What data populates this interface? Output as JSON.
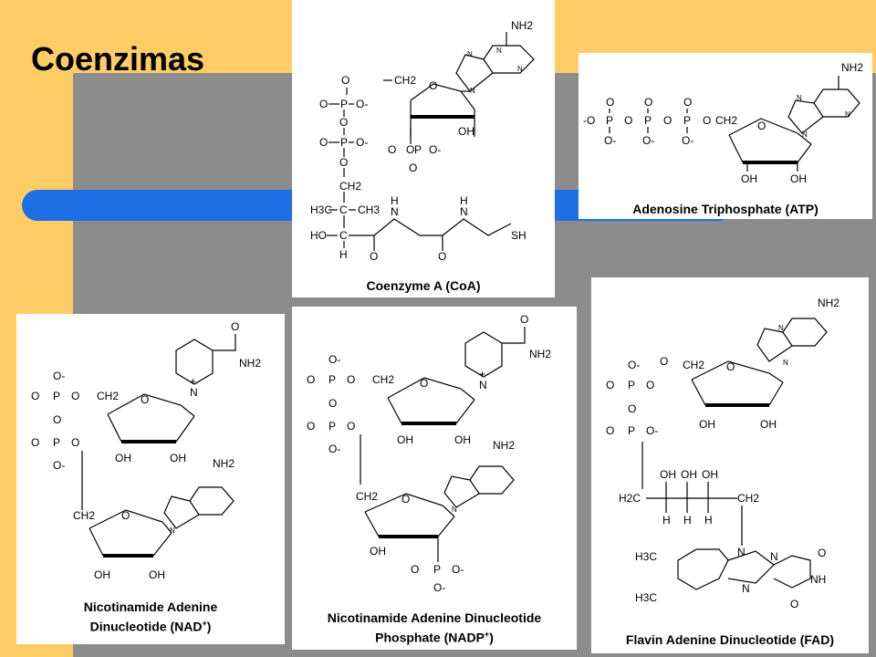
{
  "slide": {
    "title": "Coenzimas",
    "colors": {
      "background": "#8c8c8c",
      "band": "#ffcc66",
      "bar": "#1d6fe3",
      "card": "#ffffff"
    }
  },
  "molecules": {
    "coa": {
      "caption": "Coenzyme  A (CoA)"
    },
    "atp": {
      "caption": "Adenosine  Triphosphate  (ATP)"
    },
    "nad": {
      "caption_line1": "Nicotinamide Adenine",
      "caption_line2": "Dinucleotide  (NAD",
      "caption_sup": "+",
      "caption_end": ")"
    },
    "nadp": {
      "caption_line1": "Nicotinamide  Adenine  Dinucleotide",
      "caption_line2": "Phosphate  (NADP",
      "caption_sup": "+",
      "caption_end": ")"
    },
    "fad": {
      "caption": "Flavin Adenine Dinucleotide (FAD)"
    }
  },
  "labels": {
    "nh2": "NH2",
    "n": "N",
    "o": "O",
    "oh": "OH",
    "ho": "HO",
    "h": "H",
    "sh": "SH",
    "p": "P",
    "o_minus": "O-",
    "minus_o": "-O",
    "ch2": "CH2",
    "c": "C",
    "ch3": "CH3",
    "h3c": "H3C",
    "plus": "+",
    "nh": "NH",
    "h2c": "H2C"
  }
}
